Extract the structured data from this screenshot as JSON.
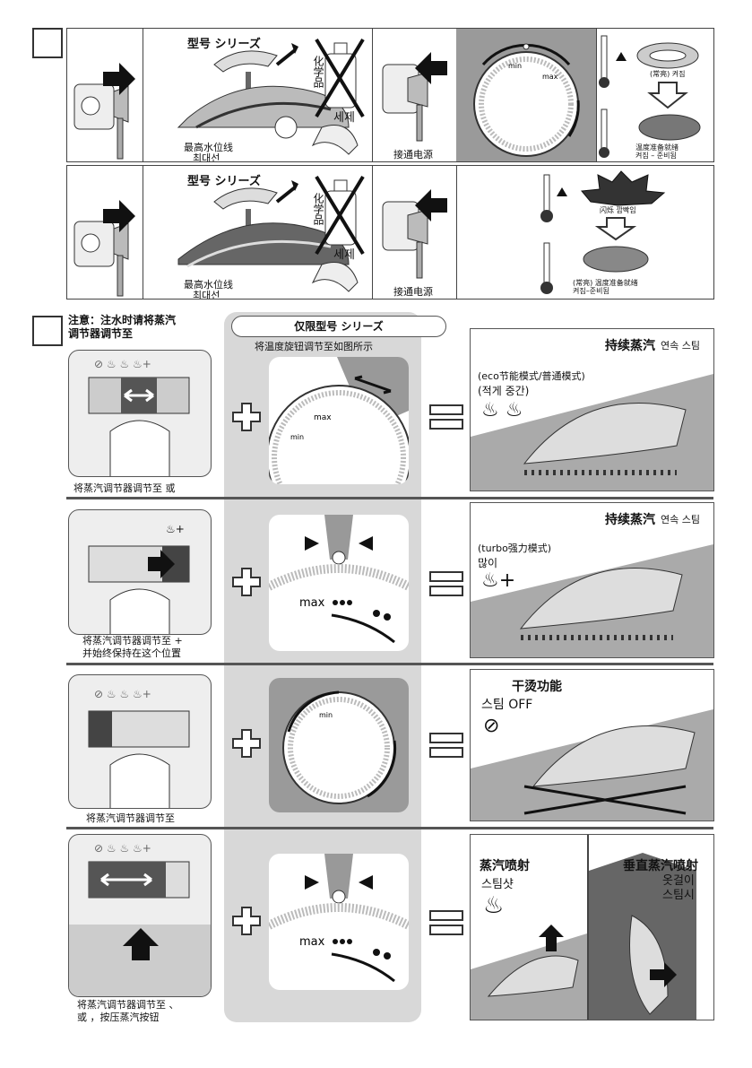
{
  "step1": {
    "row_a": {
      "model_label": "型号 シリーズ",
      "chem_label_cn": "化学品",
      "chem_label_kr": "세제",
      "max_water_cn": "最高水位线",
      "max_water_kr": "최대선",
      "power_label": "接通电源",
      "dial_min": "min",
      "dial_max": "max",
      "thermo_top": "(常亮) 켜짐",
      "thermo_bottom": "温度准备就绪\n켜짐 – 준비됨"
    },
    "row_b": {
      "model_label": "型号 シリーズ",
      "chem_label_cn": "化学品",
      "chem_label_kr": "세제",
      "max_water_cn": "最高水位线",
      "max_water_kr": "최대선",
      "power_label": "接通电源",
      "flash_label": "闪烁 깜빡임",
      "ready_label": "(常亮) 温度准备就绪\n켜짐–준비됨"
    }
  },
  "step2": {
    "note": "注意：注水时请将蒸汽\n调节器调节至",
    "model_banner": "仅限型号 シリーズ",
    "dial_instruction": "将温度旋钮调节至如图所示",
    "rows": [
      {
        "caption": "将蒸汽调节器调节至 或",
        "result_title_cn": "持续蒸汽",
        "result_title_kr": "연속 스팀",
        "result_sub1": "(eco节能模式/普通模式)",
        "result_sub2": "(적게   중간)"
      },
      {
        "caption": "将蒸汽调节器调节至 +\n并始终保持在这个位置",
        "result_title_cn": "持续蒸汽",
        "result_title_kr": "연속 스팀",
        "result_sub1": "(turbo强力模式)",
        "result_sub2": "많이"
      },
      {
        "caption": "将蒸汽调节器调节至",
        "result_title_cn": "干烫功能",
        "result_title_kr": "스팀 OFF"
      },
      {
        "caption": "将蒸汽调节器调节至 、\n或 ，按压蒸汽按钮",
        "result_left_cn": "蒸汽喷射",
        "result_left_kr": "스팀샷",
        "result_right_cn": "垂直蒸汽喷射",
        "result_right_kr": "옷걸이\n스팀시"
      }
    ],
    "dial_min": "min",
    "dial_max": "max"
  },
  "icons": {
    "arrow": "arrow-right-icon",
    "plus": "plus-icon",
    "equals": "equals-icon",
    "steam": "steam-icon",
    "no_steam": "no-steam-icon"
  }
}
